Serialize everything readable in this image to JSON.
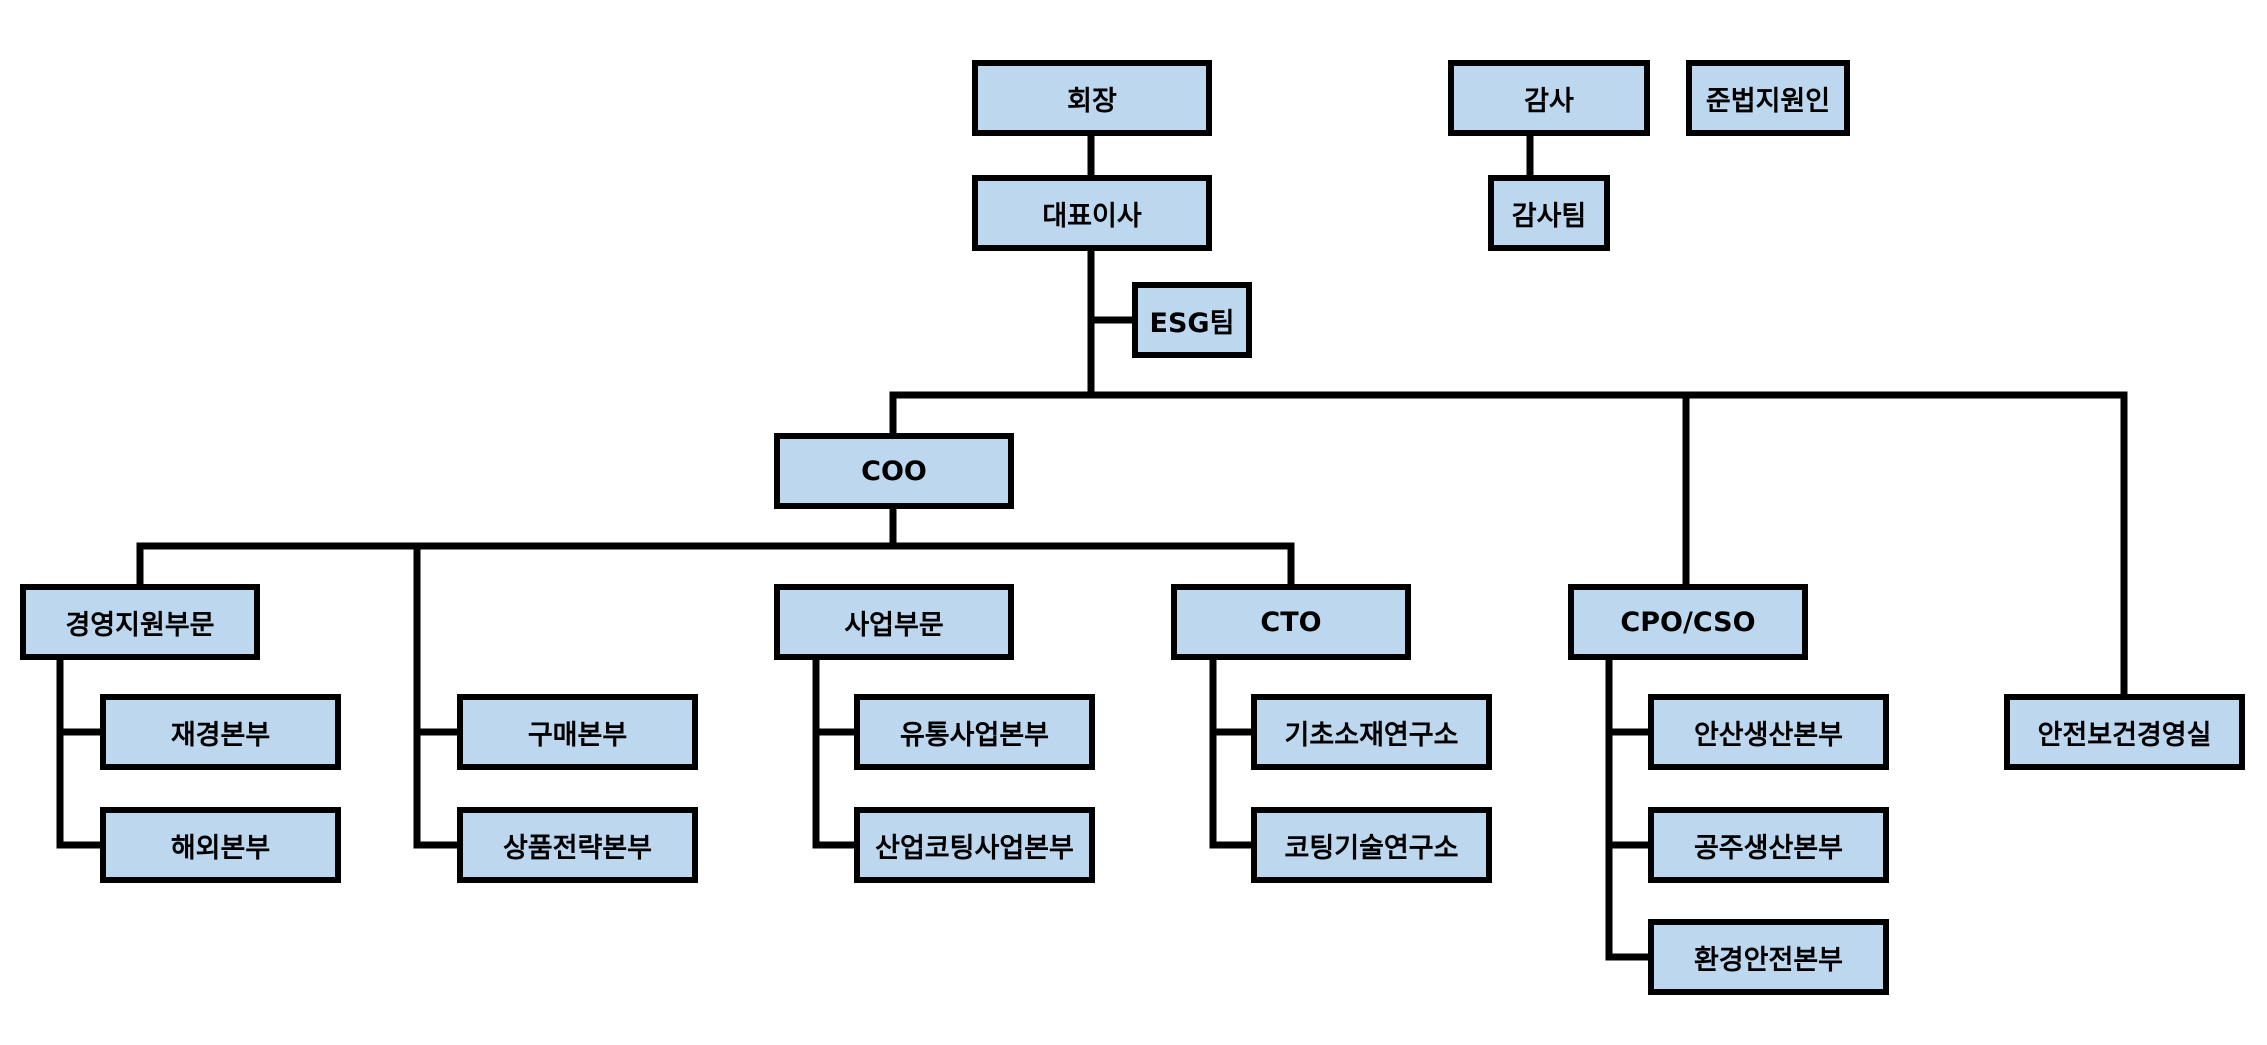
{
  "org_chart": {
    "chairman": "회장",
    "ceo": "대표이사",
    "audit": "감사",
    "audit_team": "감사팀",
    "compliance_officer": "준법지원인",
    "esg_team": "ESG팀",
    "coo": "COO",
    "management_support": "경영지원부문",
    "finance_hq": "재경본부",
    "overseas_hq": "해외본부",
    "purchasing_hq": "구매본부",
    "product_strategy_hq": "상품전략본부",
    "business_division": "사업부문",
    "distribution_hq": "유통사업본부",
    "industrial_coating_hq": "산업코팅사업본부",
    "cto": "CTO",
    "materials_lab": "기초소재연구소",
    "coating_lab": "코팅기술연구소",
    "cpo_cso": "CPO/CSO",
    "ansan_hq": "안산생산본부",
    "gongju_hq": "공주생산본부",
    "env_safety_hq": "환경안전본부",
    "safety_health_office": "안전보건경영실"
  }
}
